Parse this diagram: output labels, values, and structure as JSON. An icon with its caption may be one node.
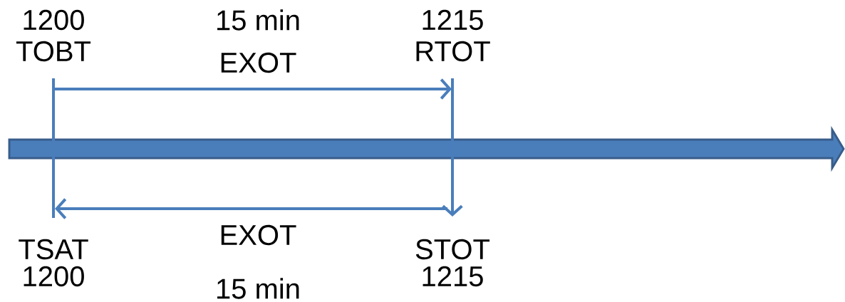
{
  "diagram": {
    "labels": [
      "1200",
      "TOBT",
      "15 min",
      "EXOT",
      "1215",
      "RTOT",
      "TSAT",
      "1200",
      "EXOT",
      "STOT",
      "1215",
      "15 min"
    ]
  }
}
